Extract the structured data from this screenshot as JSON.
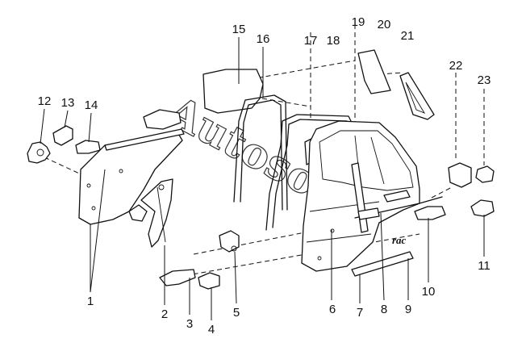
{
  "watermark": "Autosoft",
  "door_logo": "rac",
  "callouts": [
    "1",
    "2",
    "3",
    "4",
    "5",
    "6",
    "7",
    "8",
    "9",
    "10",
    "11",
    "12",
    "13",
    "14",
    "15",
    "16",
    "17",
    "18",
    "19",
    "20",
    "21",
    "22",
    "23"
  ]
}
